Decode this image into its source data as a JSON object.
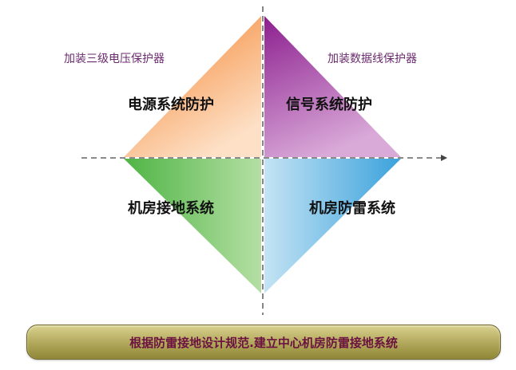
{
  "annotations": {
    "top_left": "加装三级电压保护器",
    "top_right": "加装数据线保护器"
  },
  "quadrants": {
    "top_left": "电源系统防护",
    "top_right": "信号系统防护",
    "bottom_left": "机房接地系统",
    "bottom_right": "机房防雷系统"
  },
  "banner": {
    "text": "根据防雷接地设计规范.建立中心机房防雷接地系统"
  },
  "colors": {
    "top_left": "#f47f27",
    "top_right": "#8c1f8f",
    "bottom_left": "#53b547",
    "bottom_right": "#3aa2dc",
    "axis": "#444444",
    "annotation": "#6b2a6e",
    "banner": "#b8ae63",
    "banner_text": "#6b1240"
  }
}
